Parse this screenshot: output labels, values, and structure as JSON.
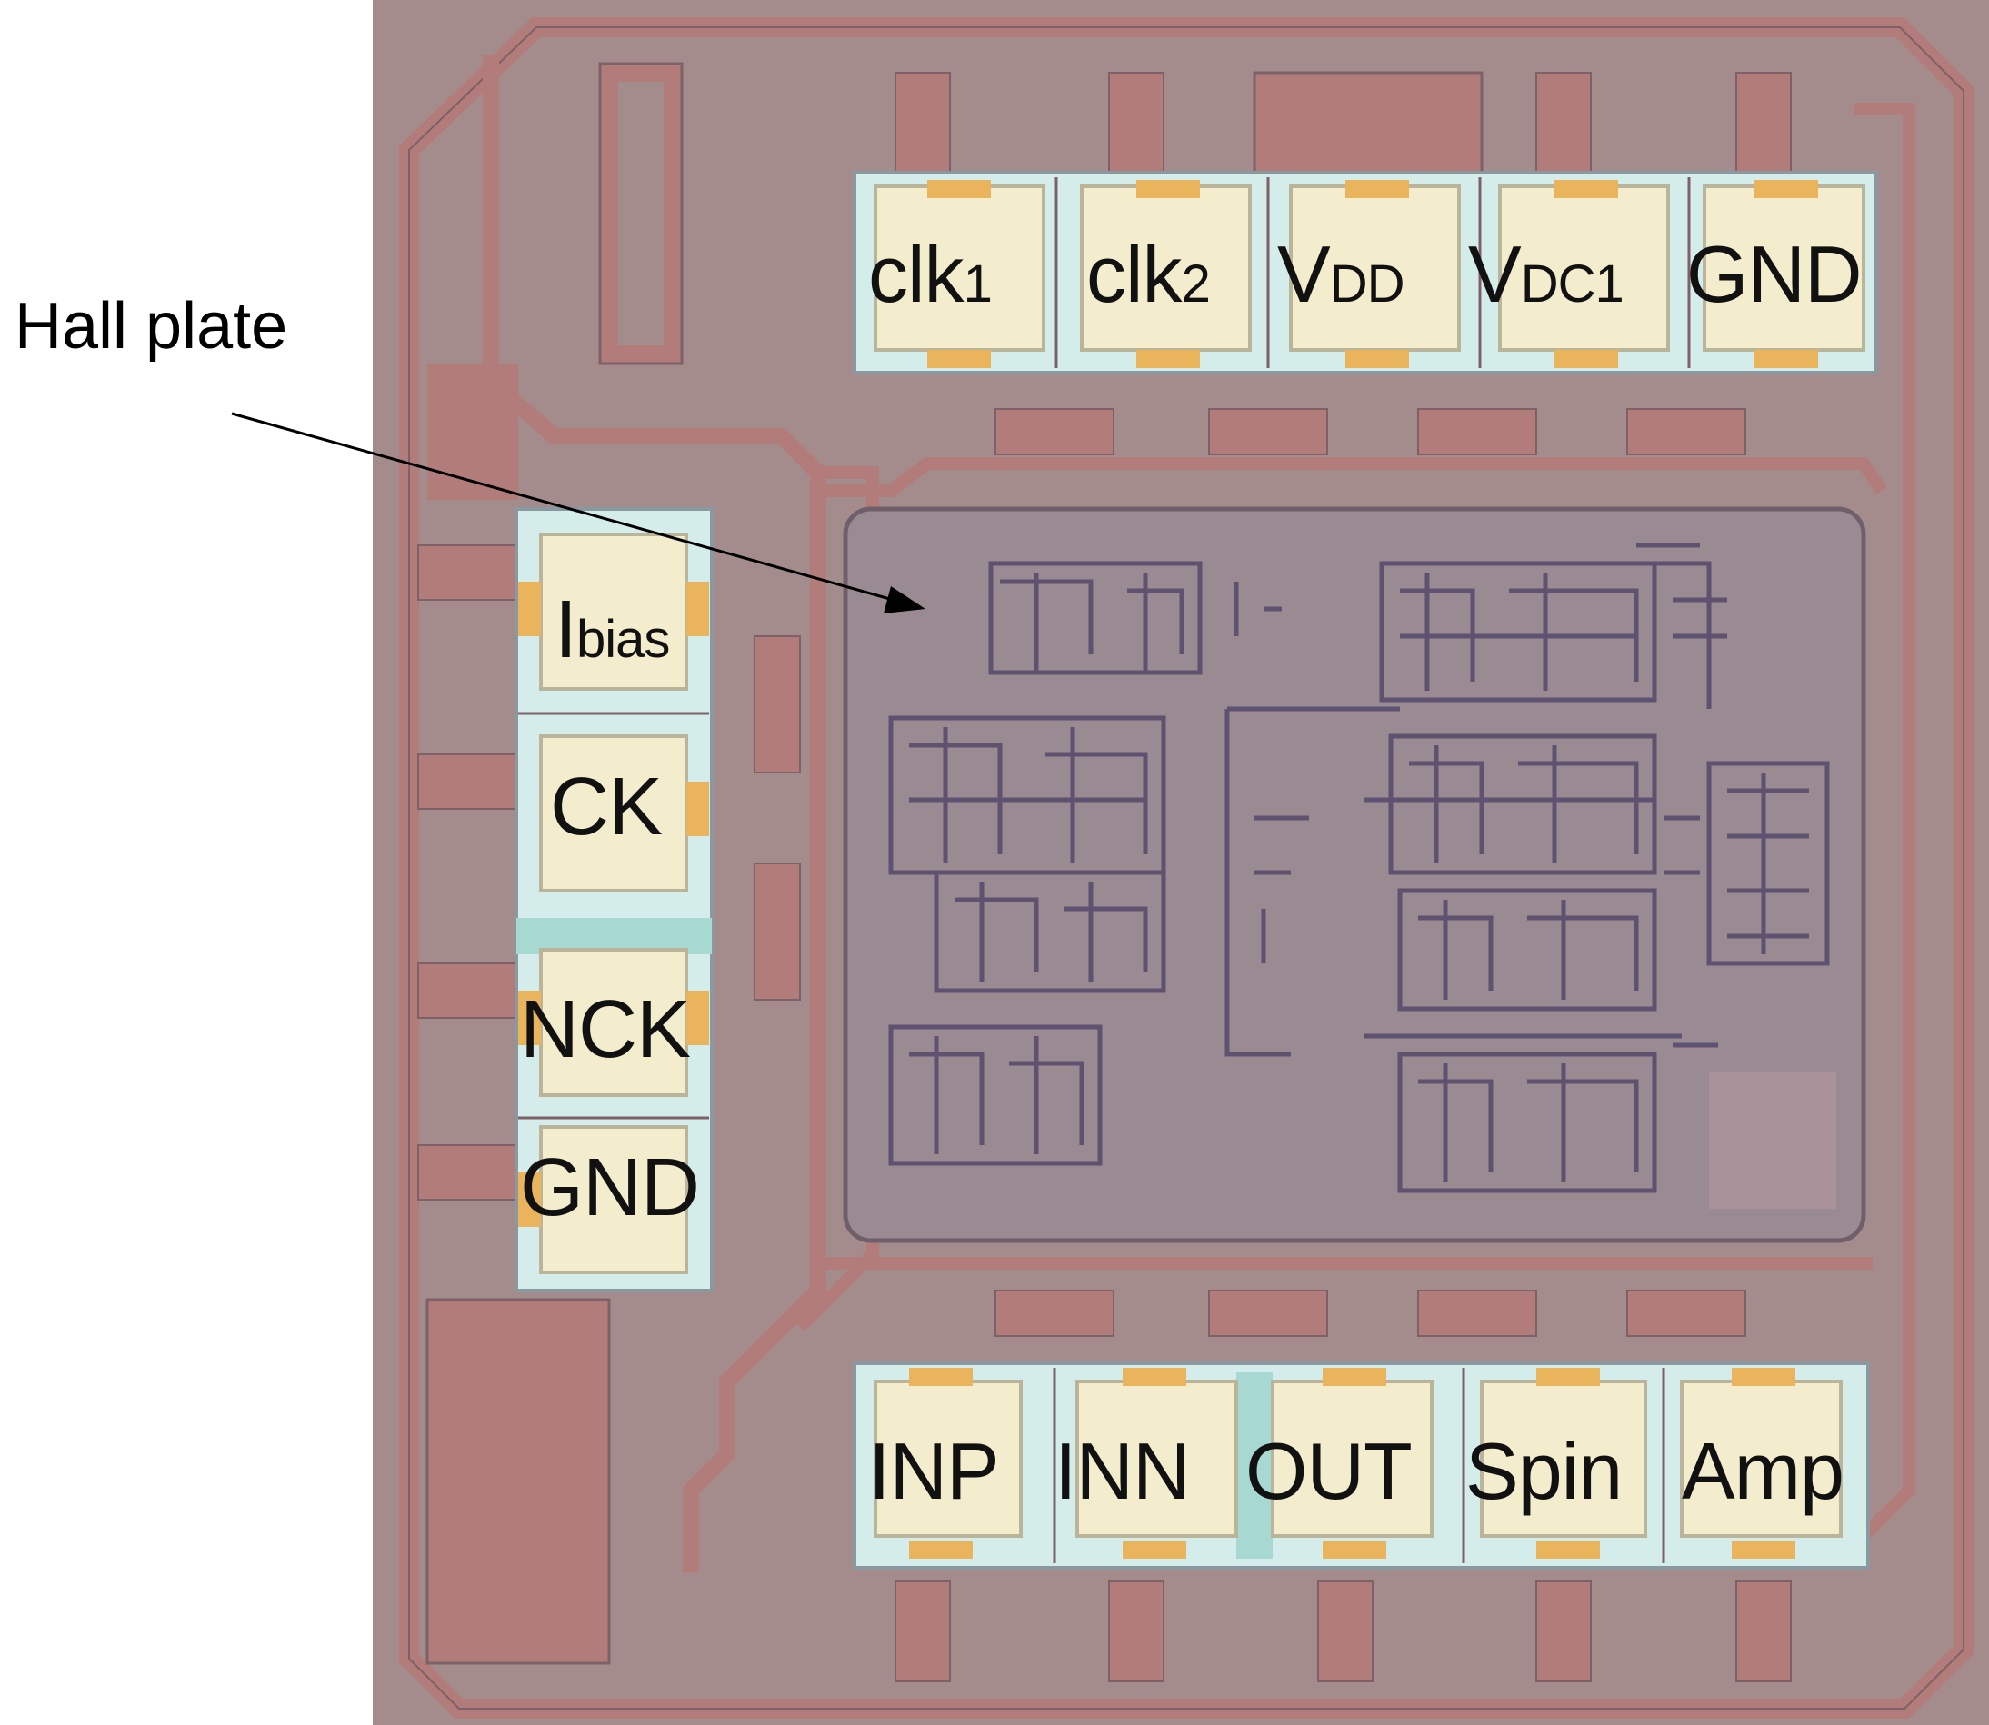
{
  "annotation": {
    "label": "Hall plate"
  },
  "pads": {
    "top": [
      {
        "name": "clk",
        "sub": "1"
      },
      {
        "name": "clk",
        "sub": "2"
      },
      {
        "name": "V",
        "sub": "DD"
      },
      {
        "name": "V",
        "sub": "DC1"
      },
      {
        "name": "GND",
        "sub": ""
      }
    ],
    "left": [
      {
        "name": "I",
        "sub": "bias"
      },
      {
        "name": "CK",
        "sub": ""
      },
      {
        "name": "NCK",
        "sub": ""
      },
      {
        "name": "GND",
        "sub": ""
      }
    ],
    "bottom": [
      {
        "name": "INP",
        "sub": ""
      },
      {
        "name": "INN",
        "sub": ""
      },
      {
        "name": "OUT",
        "sub": ""
      },
      {
        "name": "Spin",
        "sub": ""
      },
      {
        "name": "Amp",
        "sub": ""
      }
    ]
  },
  "colors": {
    "die_background": "#a48c8c",
    "metal_trace": "#b27c7a",
    "trace_edge": "#7e6068",
    "pad_frame": "#d4ecea",
    "pad_fill": "#f3eccd",
    "pad_contact": "#e9b45c",
    "core_region": "#9a8a92",
    "circuit_lines": "#5e5270"
  }
}
